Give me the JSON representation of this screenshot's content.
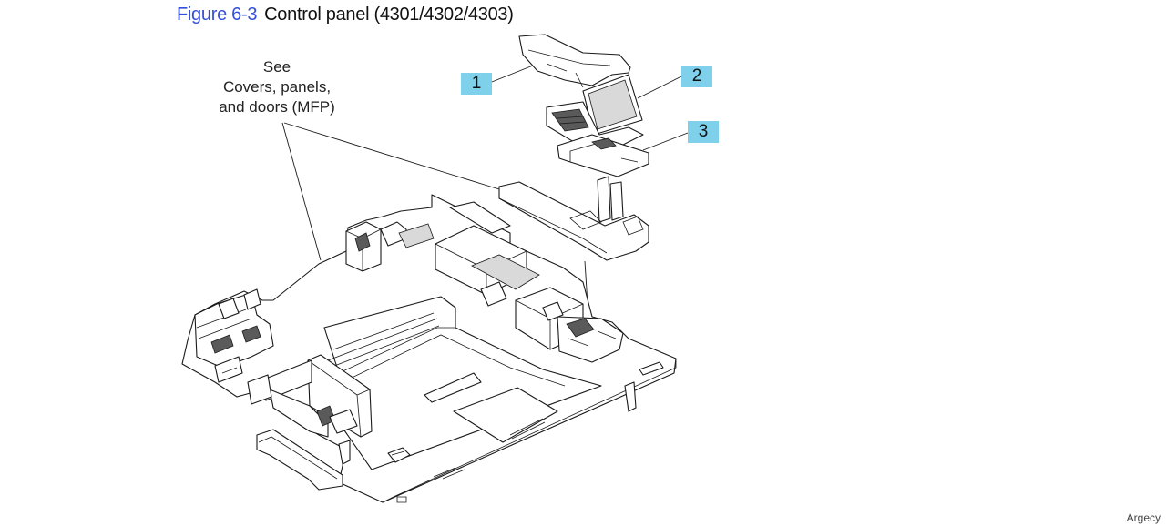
{
  "figure": {
    "number": "Figure 6-3",
    "caption": "Control panel (4301/4302/4303)"
  },
  "see_note": {
    "line1": "See",
    "line2": "Covers, panels,",
    "line3": "and doors (MFP)"
  },
  "callouts": [
    {
      "label": "1"
    },
    {
      "label": "2"
    },
    {
      "label": "3"
    }
  ],
  "watermark": "Argecy",
  "colors": {
    "figure_number": "#3550d8",
    "callout_fill": "#7fd0ea"
  }
}
